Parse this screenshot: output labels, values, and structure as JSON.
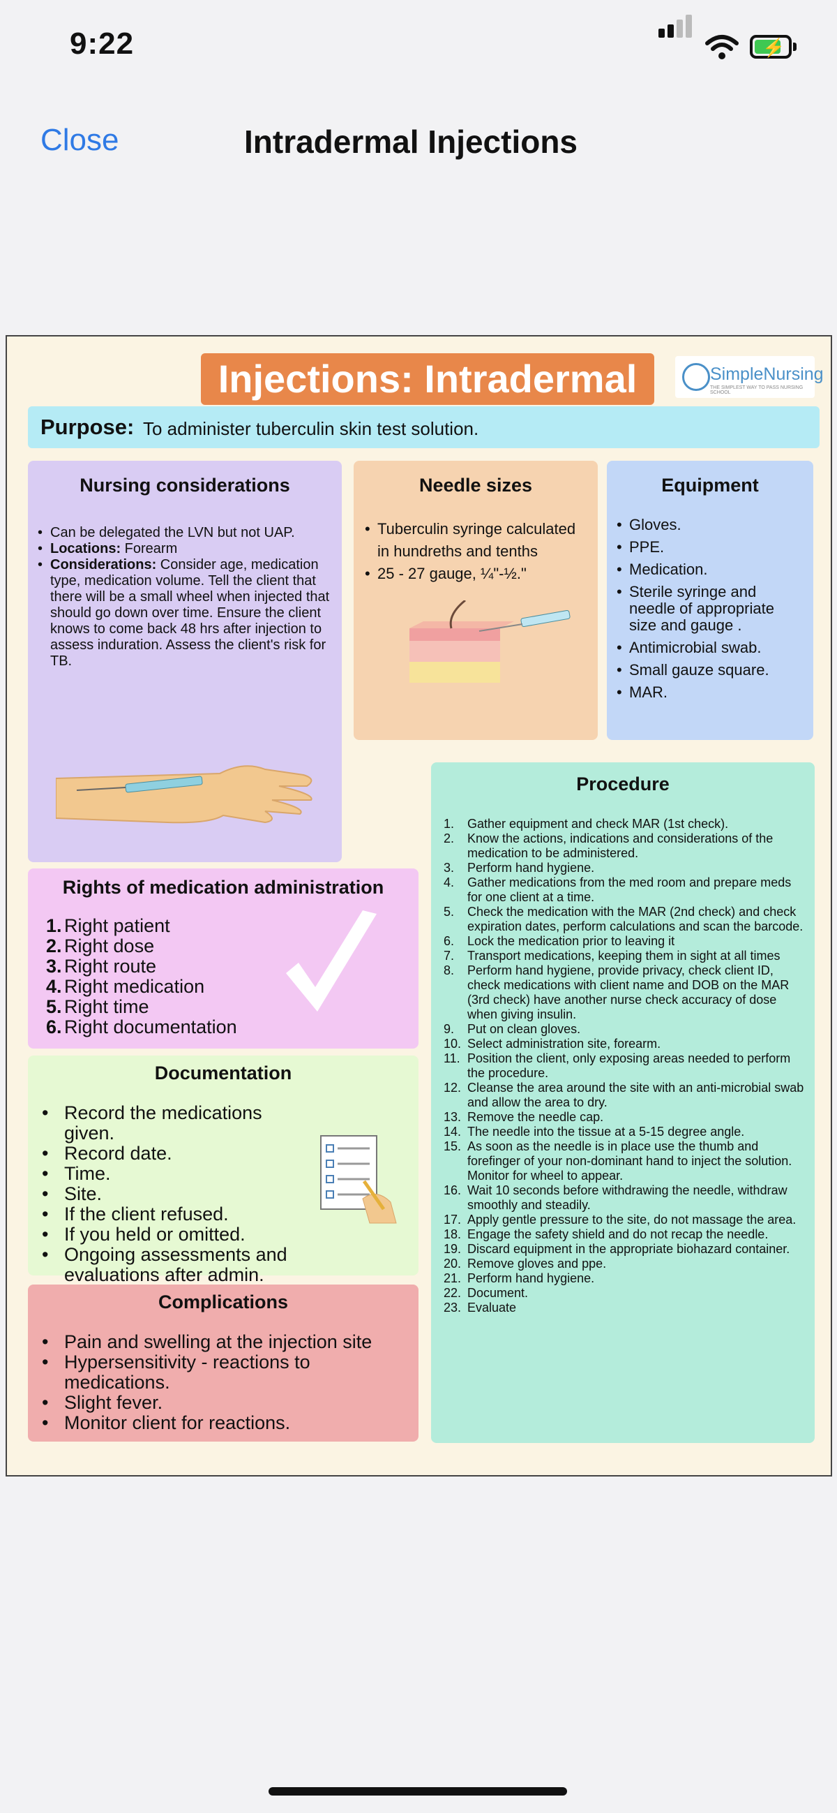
{
  "status_bar": {
    "time": "9:22"
  },
  "nav": {
    "close_label": "Close",
    "title": "Intradermal Injections"
  },
  "poster": {
    "title": "Injections: Intradermal",
    "logo": {
      "name": "SimpleNursing",
      "tagline": "THE SIMPLEST WAY TO PASS NURSING SCHOOL"
    },
    "purpose": {
      "label": "Purpose:",
      "text": "To administer tuberculin skin test solution."
    },
    "nursing": {
      "title": "Nursing considerations",
      "item1": "Can be delegated the LVN but not UAP.",
      "item2_label": "Locations:",
      "item2_text": " Forearm",
      "item3_label": "Considerations:",
      "item3_text": " Consider age, medication type, medication volume. Tell the client that there will be a small wheel when injected that should go down over time. Ensure the client knows to come back 48 hrs after injection to assess induration. Assess the client's risk for TB."
    },
    "needle": {
      "title": "Needle sizes",
      "items": [
        "Tuberculin syringe calculated in hundreths and tenths",
        "25 - 27 gauge, ¼\"-½.\""
      ]
    },
    "equipment": {
      "title": "Equipment",
      "items": [
        "Gloves.",
        "PPE.",
        "Medication.",
        "Sterile syringe and needle of appropriate size and gauge .",
        "Antimicrobial swab.",
        "Small gauze square.",
        "MAR."
      ]
    },
    "rights": {
      "title": "Rights of medication administration",
      "items": [
        "Right patient",
        "Right dose",
        "Right route",
        "Right medication",
        "Right time",
        "Right documentation"
      ]
    },
    "documentation": {
      "title": "Documentation",
      "items": [
        "Record the medications given.",
        "Record date.",
        "Time.",
        "Site.",
        "If the client refused.",
        "If you held or omitted.",
        "Ongoing assessments and evaluations after admin."
      ]
    },
    "complications": {
      "title": "Complications",
      "items": [
        "Pain and swelling at the injection site",
        "Hypersensitivity - reactions to medications.",
        "Slight fever.",
        "Monitor client for reactions."
      ]
    },
    "procedure": {
      "title": "Procedure",
      "items": [
        "Gather equipment and check MAR (1st check).",
        "Know the actions, indications and considerations of the medication to be administered.",
        "Perform hand hygiene.",
        "Gather medications from the med room and prepare meds for one client at a time.",
        "Check the medication with the MAR (2nd check) and check expiration dates, perform calculations and scan the barcode.",
        "Lock the medication prior to leaving it",
        "Transport medications, keeping them in sight at all times",
        "Perform hand hygiene, provide privacy, check client ID, check medications with client name and DOB on the MAR (3rd check) have another nurse check accuracy of dose when giving insulin.",
        "Put on clean gloves.",
        "Select administration site, forearm.",
        "Position the client, only exposing areas needed to perform the procedure.",
        "Cleanse the area around the site with an anti-microbial swab and allow the area to dry.",
        "Remove the needle cap.",
        "The needle into the tissue at a 5-15 degree angle.",
        "As soon as the needle is in place use the thumb and forefinger of your non-dominant hand to inject the solution. Monitor for wheel to appear.",
        "Wait 10 seconds before withdrawing the needle, withdraw smoothly and steadily.",
        "Apply gentle pressure to the site, do not massage the area.",
        "Engage the safety shield and do not recap the needle.",
        "Discard equipment in the appropriate biohazard container.",
        "Remove gloves and ppe.",
        "Perform hand hygiene.",
        "Document.",
        "Evaluate"
      ]
    }
  }
}
